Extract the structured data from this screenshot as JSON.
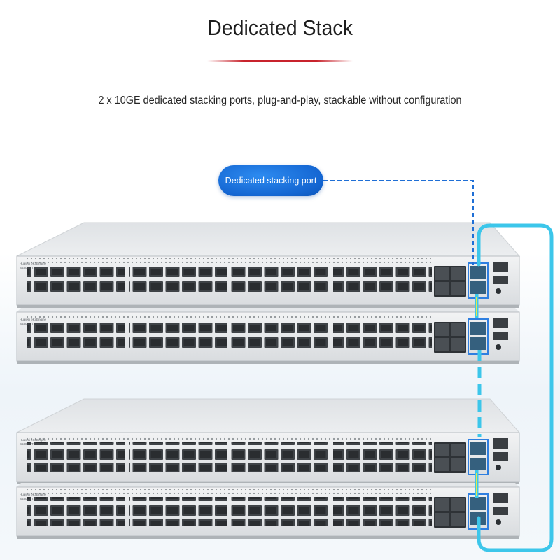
{
  "header": {
    "title": "Dedicated Stack",
    "subtitle": "2 x 10GE dedicated stacking ports, plug-and-play, stackable without configuration"
  },
  "callout": {
    "label": "Dedicated stacking port"
  },
  "colors": {
    "accent_rule": "#c8232c",
    "callout_blue": "#1466d2",
    "cable_cyan": "#3cc6ea",
    "stack_link_yellow": "#e6e84a",
    "switch_body": "#e2e5e8"
  },
  "switches": [
    {
      "id": "switch-1",
      "label": "Huawei eKitEngine",
      "model": "S530-48T4X"
    },
    {
      "id": "switch-2",
      "label": "Huawei eKitEngine",
      "model": "S530-48T4X"
    },
    {
      "id": "switch-3",
      "label": "Huawei eKitEngine",
      "model": "S530-48T4X"
    },
    {
      "id": "switch-4",
      "label": "Huawei eKitEngine",
      "model": "S530-48T4X"
    }
  ]
}
